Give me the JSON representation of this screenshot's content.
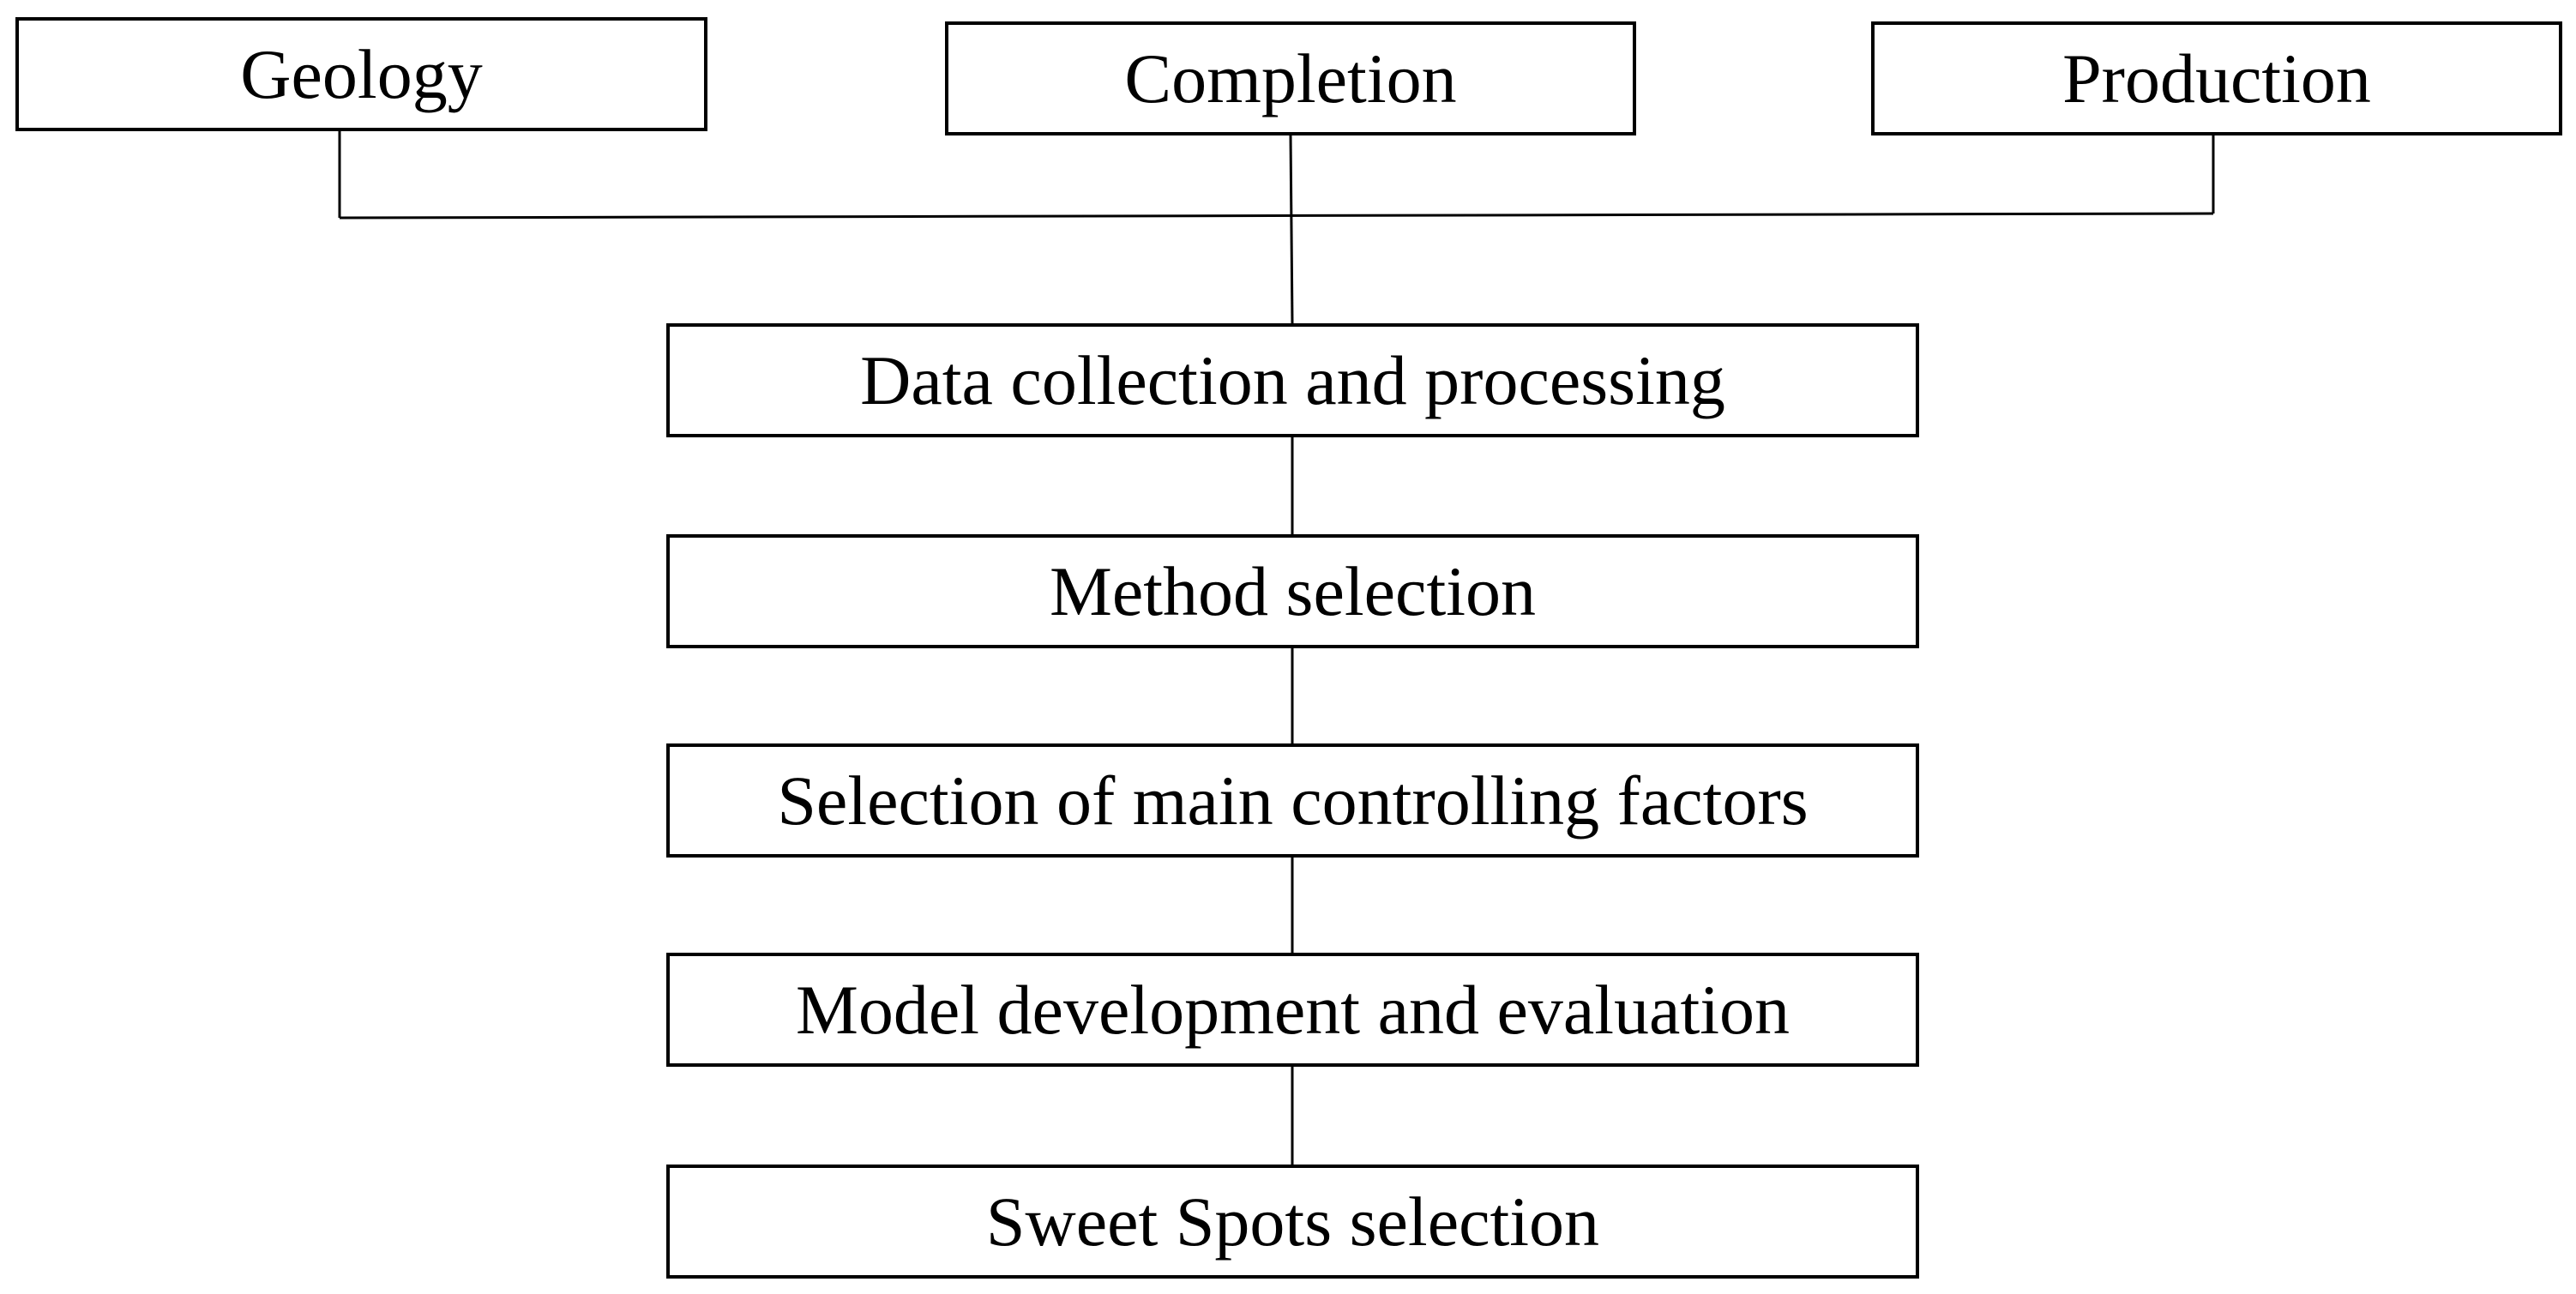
{
  "top_sources": {
    "geology": "Geology",
    "completion": "Completion",
    "production": "Production"
  },
  "workflow": {
    "steps": [
      "Data collection and processing",
      "Method selection",
      "Selection of main controlling factors",
      "Model development and evaluation",
      "Sweet Spots selection"
    ]
  },
  "colors": {
    "line": "#000000",
    "background": "#ffffff"
  }
}
